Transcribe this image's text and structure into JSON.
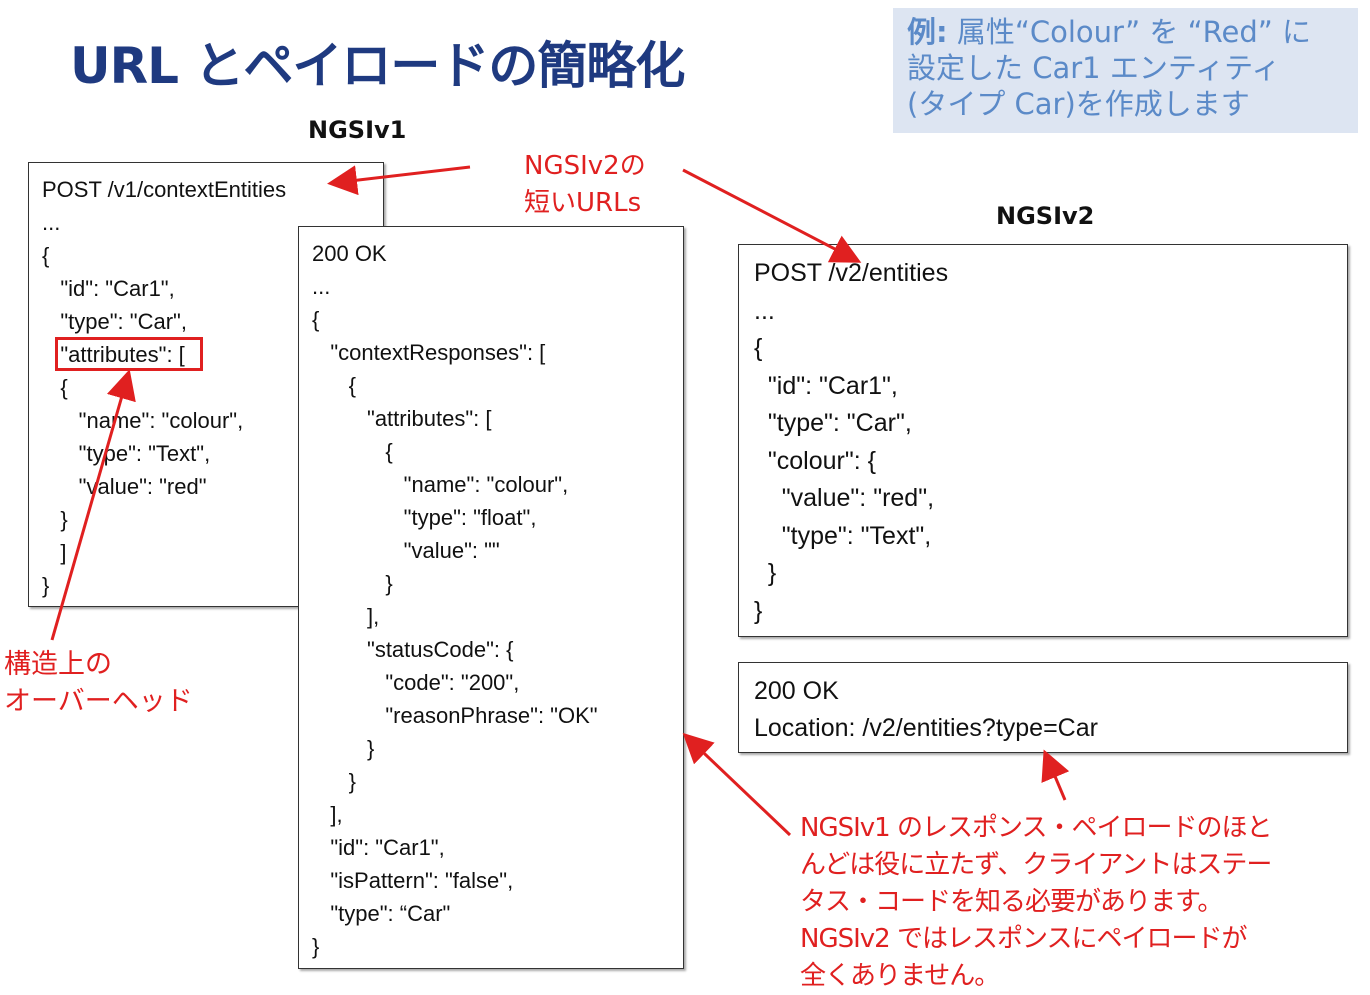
{
  "title": "URL とペイロードの簡略化",
  "example": {
    "label": "例:",
    "text": " 属性“Colour” を “Red” に\n設定した Car1 エンティティ\n(タイプ Car)を作成します"
  },
  "ngsiv1_header": "NGSIv1",
  "ngsiv2_header": "NGSIv2",
  "v1_request": "POST /v1/contextEntities\n...\n{\n   \"id\": \"Car1\",\n   \"type\": \"Car\",\n   \"attributes\": [\n   {\n      \"name\": \"colour\",\n      \"type\": \"Text\",\n      \"value\": \"red\"\n   }\n   ]\n}",
  "v1_response": "200 OK\n...\n{\n   \"contextResponses\": [\n      {\n         \"attributes\": [\n            {\n               \"name\": \"colour\",\n               \"type\": \"float\",\n               \"value\": \"\"\n            }\n         ],\n         \"statusCode\": {\n            \"code\": \"200\",\n            \"reasonPhrase\": \"OK\"\n         }\n      }\n   ],\n   \"id\": \"Car1\",\n   \"isPattern\": \"false\",\n   \"type\": “Car\"\n}",
  "v2_request": "POST /v2/entities\n...\n{\n  \"id\": \"Car1\",\n  \"type\": \"Car\",\n  \"colour\": {\n    \"value\": \"red\",\n    \"type\": \"Text\",\n  }\n}",
  "v2_response": "200 OK\nLocation: /v2/entities?type=Car",
  "annotations": {
    "short_urls": "NGSIv2の\n短いURLs",
    "overhead": "構造上の\nオーバーヘッド",
    "response_note": "NGSIv1 のレスポンス・ペイロードのほと\nんどは役に立たず、クライアントはステー\nタス・コードを知る必要があります。\nNGSIv2 ではレスポンスにペイロードが\n全くありません。"
  },
  "colors": {
    "title": "#1f3a80",
    "annotation": "#e02020",
    "example_bg": "#dde5f2"
  }
}
